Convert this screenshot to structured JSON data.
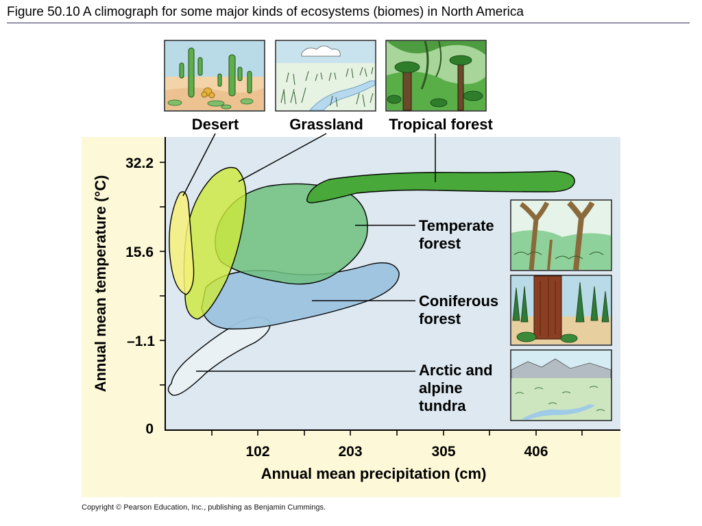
{
  "figure": {
    "title": "Figure 50.10  A climograph for some major kinds of ecosystems (biomes) in North America",
    "copyright": "Copyright © Pearson Education, Inc., publishing as Benjamin Cummings."
  },
  "chart_data": {
    "type": "area",
    "xlabel": "Annual mean precipitation (cm)",
    "ylabel": "Annual mean temperature (°C)",
    "x_ticks": [
      "102",
      "203",
      "305",
      "406"
    ],
    "y_ticks": [
      "32.2",
      "15.6",
      "–1.1",
      "0"
    ],
    "biomes": [
      {
        "name": "Desert",
        "color": "#f6f07a"
      },
      {
        "name": "Grassland",
        "color": "#cde83a"
      },
      {
        "name": "Tropical forest",
        "color": "#49a83a"
      },
      {
        "name": "Temperate forest",
        "color": "#6fbf7e"
      },
      {
        "name": "Coniferous forest",
        "color": "#9cc3de"
      },
      {
        "name": "Arctic and alpine tundra",
        "color": "#e9f1f5"
      }
    ],
    "labels": {
      "temperate": [
        "Temperate",
        "forest"
      ],
      "coniferous": [
        "Coniferous",
        "forest"
      ],
      "tundra": [
        "Arctic and",
        "alpine",
        "tundra"
      ]
    },
    "colors": {
      "panel": "#fdf9d8",
      "plot_background": "#dde8f0"
    }
  }
}
